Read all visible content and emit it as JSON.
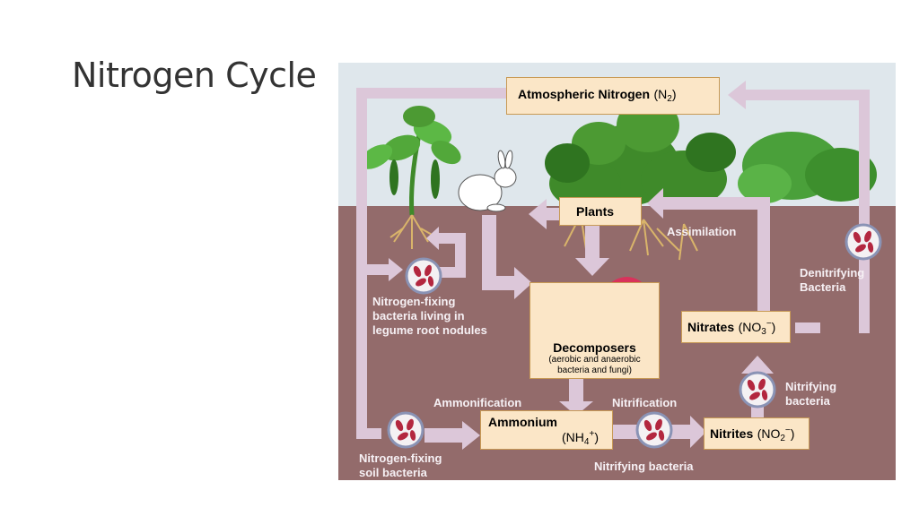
{
  "slide": {
    "title": "Nitrogen Cycle"
  },
  "diagram": {
    "boxes": {
      "atmospheric": {
        "name": "Atmospheric Nitrogen",
        "formula": "N",
        "sub": "2"
      },
      "plants": {
        "name": "Plants"
      },
      "decomposers": {
        "name": "Decomposers",
        "note_line1": "(aerobic and anaerobic",
        "note_line2": "bacteria and fungi)"
      },
      "nitrates": {
        "name": "Nitrates",
        "formula": "NO",
        "sub": "3",
        "sup": "−"
      },
      "ammonium": {
        "name": "Ammonium",
        "formula": "NH",
        "sub": "4",
        "sup": "+"
      },
      "nitrites": {
        "name": "Nitrites",
        "formula": "NO",
        "sub": "2",
        "sup": "−"
      }
    },
    "labels": {
      "assimilation": "Assimilation",
      "denitrifying_1": "Denitrifying",
      "denitrifying_2": "Bacteria",
      "legume_1": "Nitrogen-fixing",
      "legume_2": "bacteria living in",
      "legume_3": "legume root nodules",
      "ammonification": "Ammonification",
      "nitrification": "Nitrification",
      "nitrifying_1": "Nitrifying",
      "nitrifying_2": "bacteria",
      "soil_1": "Nitrogen-fixing",
      "soil_2": "soil bacteria",
      "nitrifying_bottom": "Nitrifying bacteria"
    },
    "colors": {
      "sky": "#dfe7ec",
      "soil": "#936b6b",
      "arrow": "#dcc7d9",
      "box_fill": "#fbe6c7",
      "box_border": "#c89a55",
      "bacteria": "#b3273f"
    }
  }
}
